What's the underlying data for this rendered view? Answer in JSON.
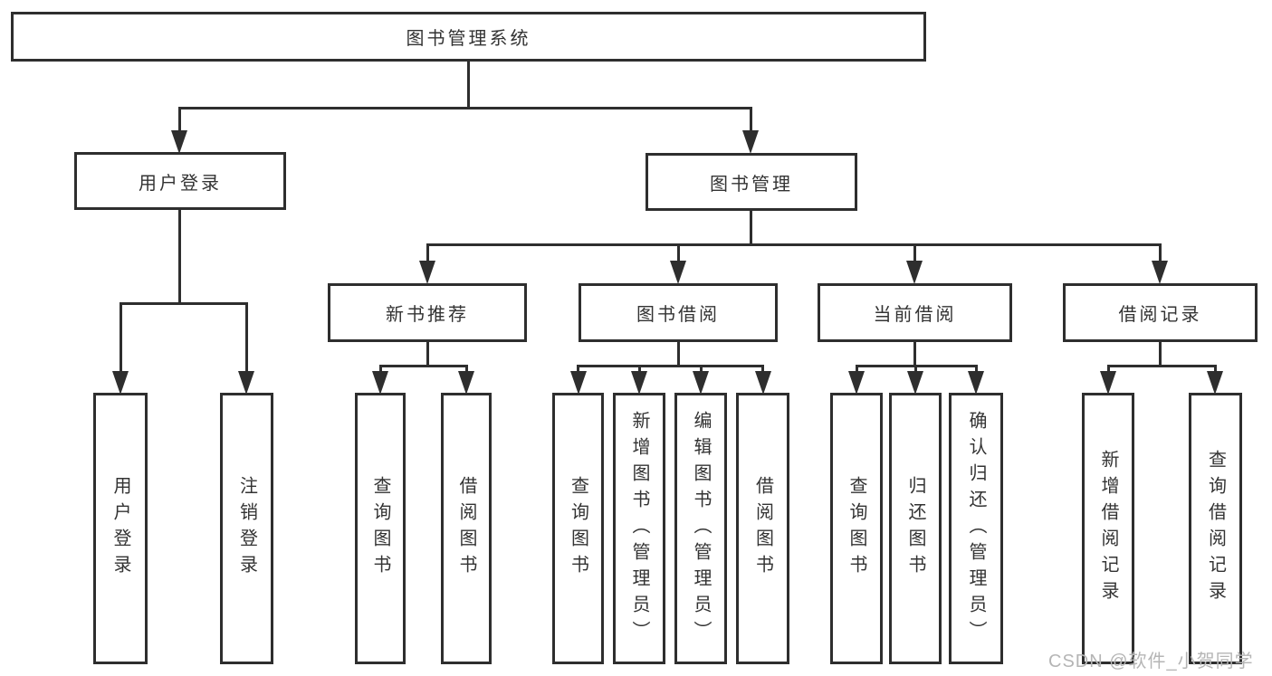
{
  "diagram_title": "图书管理系统",
  "nodes": {
    "root": "图书管理系统",
    "level1": [
      "用户登录",
      "图书管理"
    ],
    "level2": [
      "新书推荐",
      "图书借阅",
      "当前借阅",
      "借阅记录"
    ],
    "login_children": [
      "用户登录",
      "注销登录"
    ],
    "recommend_children": [
      "查询图书",
      "借阅图书"
    ],
    "borrow_children": [
      "查询图书",
      "新增图书（管理员）",
      "编辑图书（管理员）",
      "借阅图书"
    ],
    "current_children": [
      "查询图书",
      "归还图书",
      "确认归还（管理员）"
    ],
    "records_children": [
      "新增借阅记录",
      "查询借阅记录"
    ]
  },
  "watermark": "CSDN @软件_小贺同学",
  "colors": {
    "line": "#2e2e2e",
    "text": "#333333",
    "watermark": "#b5b5b5",
    "background": "#ffffff"
  }
}
